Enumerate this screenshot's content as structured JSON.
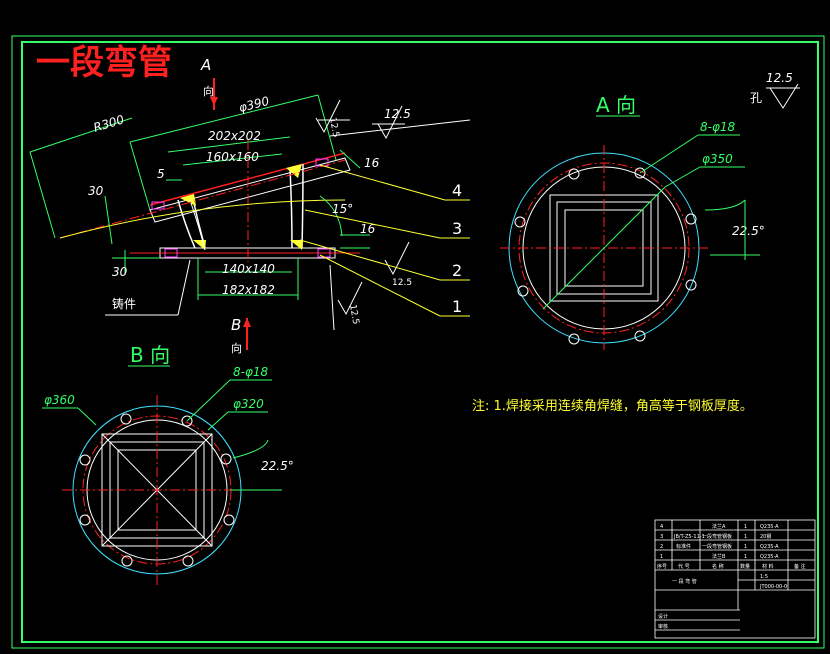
{
  "title": "一段弯管",
  "view_a_arrow": "A",
  "view_a_arrow_sub": "向",
  "view_b_arrow": "B",
  "view_b_arrow_sub": "向",
  "front": {
    "r300": "R300",
    "d390": "φ390",
    "s202": "202x202",
    "s160": "160x160",
    "s140": "140x140",
    "s182": "182x182",
    "d5": "5",
    "d30a": "30",
    "d30b": "30",
    "d16a": "16",
    "d16b": "16",
    "ang15": "15°",
    "w125a": "12.5",
    "w125b": "12.5",
    "w125c": "12.5",
    "w125d": "12.5",
    "casting": "铸件",
    "callouts": [
      "4",
      "3",
      "2",
      "1"
    ]
  },
  "view_a": {
    "label": "A 向",
    "holes": "8-φ18",
    "d350": "φ350",
    "angle": "22.5°",
    "rough": "12.5",
    "rough_label": "孔"
  },
  "view_b": {
    "label": "B 向",
    "holes": "8-φ18",
    "d360": "φ360",
    "d320": "φ320",
    "angle": "22.5°"
  },
  "note": "注: 1.焊接采用连续角焊缝，角高等于钢板厚度。",
  "title_block": {
    "rows": [
      [
        "4",
        "",
        "法兰A",
        "1",
        "Q235-A",
        ""
      ],
      [
        "3",
        "JB/T-Z5-11-1",
        "一段弯管钢板",
        "1",
        "20钢",
        ""
      ],
      [
        "2",
        "标准件",
        "一段弯管钢板",
        "1",
        "Q235-A",
        ""
      ],
      [
        "1",
        "",
        "法兰B",
        "1",
        "Q235-A",
        ""
      ],
      [
        "序号",
        "代 号",
        "名 称",
        "数量",
        "材 料",
        "备 注"
      ]
    ],
    "name": "一 段 弯 管",
    "scale": "1:5",
    "drawing_no": "JT000-00-0",
    "design": "设计",
    "check": "审核"
  }
}
